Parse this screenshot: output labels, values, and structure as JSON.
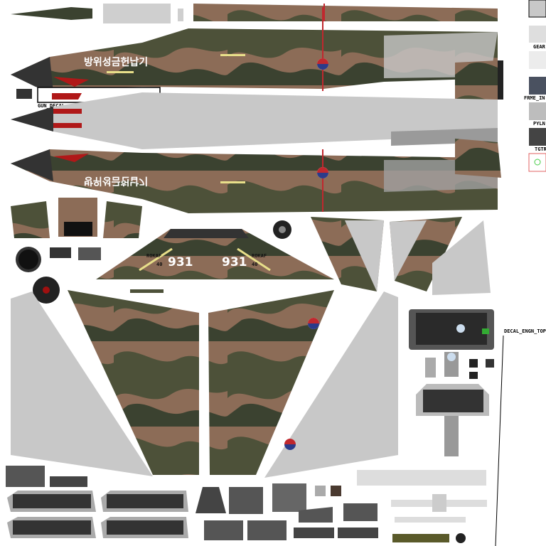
{
  "texture_labels": {
    "gear": "GEAR",
    "frame_in": "FRME_IN",
    "pylon": "PYLN",
    "target": "TGTR",
    "gun_decal": "GUN_DECAL",
    "decal_engine_top": "DECAL_ENGN_TOP"
  },
  "decals": {
    "korean_text": "방위성금헌납기",
    "korean_text_mirrored": "방위성금헌납기",
    "tail_number_left": "931",
    "tail_number_right": "931",
    "unit_left": "ROKAF",
    "unit_left_num": "40",
    "unit_right": "ROKAF",
    "unit_right_num": "40"
  },
  "colors": {
    "olive": "#4d5139",
    "dark_green": "#3b4230",
    "brown": "#8c6c57",
    "light_gray": "#c8c8c8",
    "frame_blue": "#4a5160",
    "roundel_red": "#c0282e",
    "roundel_blue": "#2b3b8a",
    "shark_red": "#b01818"
  }
}
